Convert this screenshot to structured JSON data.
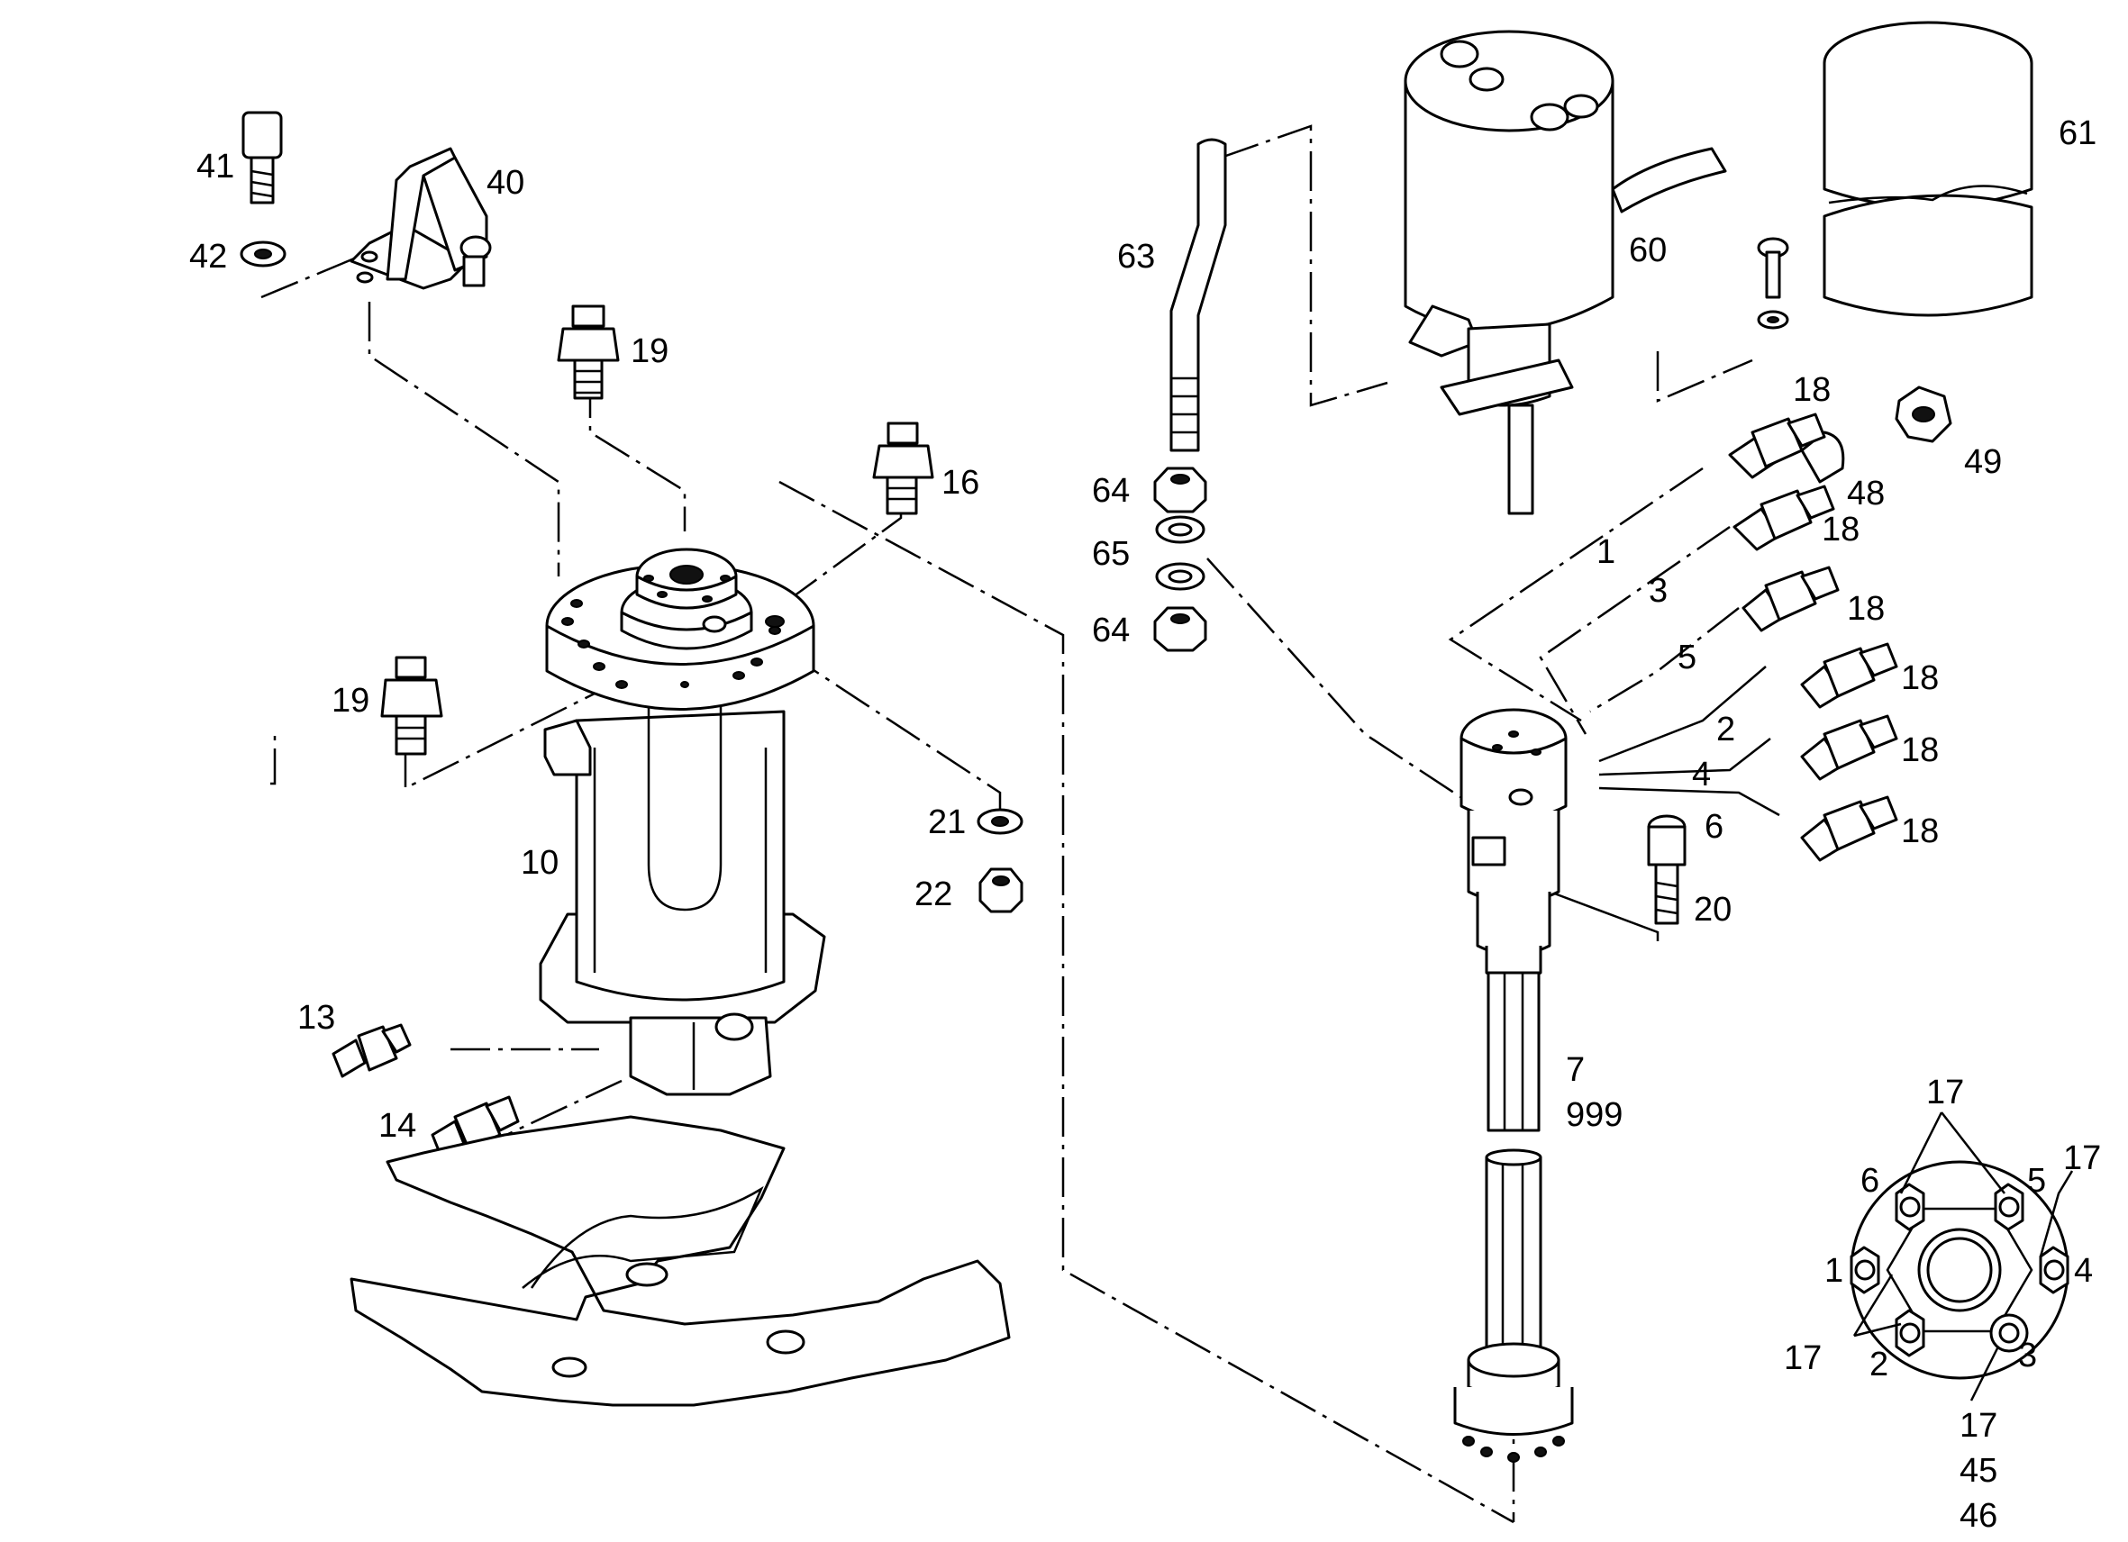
{
  "callouts": {
    "c41": "41",
    "c40": "40",
    "c42": "42",
    "c19a": "19",
    "c16": "16",
    "c19b": "19",
    "c10": "10",
    "c21": "21",
    "c22": "22",
    "c13": "13",
    "c14": "14",
    "c63": "63",
    "c64a": "64",
    "c65": "65",
    "c64b": "64",
    "c60": "60",
    "c61": "61",
    "c18a": "18",
    "c48": "48",
    "c49": "49",
    "c18b": "18",
    "c18c": "18",
    "c18d": "18",
    "c18e": "18",
    "c18f": "18",
    "c1": "1",
    "c3": "3",
    "c5": "5",
    "c2": "2",
    "c4": "4",
    "c6": "6",
    "c20": "20",
    "c7": "7",
    "c999": "999",
    "d17top": "17",
    "d6": "6",
    "d5": "5",
    "d17right": "17",
    "d1": "1",
    "d4": "4",
    "d17left": "17",
    "d2": "2",
    "d3": "3",
    "d17bottom": "17",
    "d45": "45",
    "d46": "46"
  }
}
